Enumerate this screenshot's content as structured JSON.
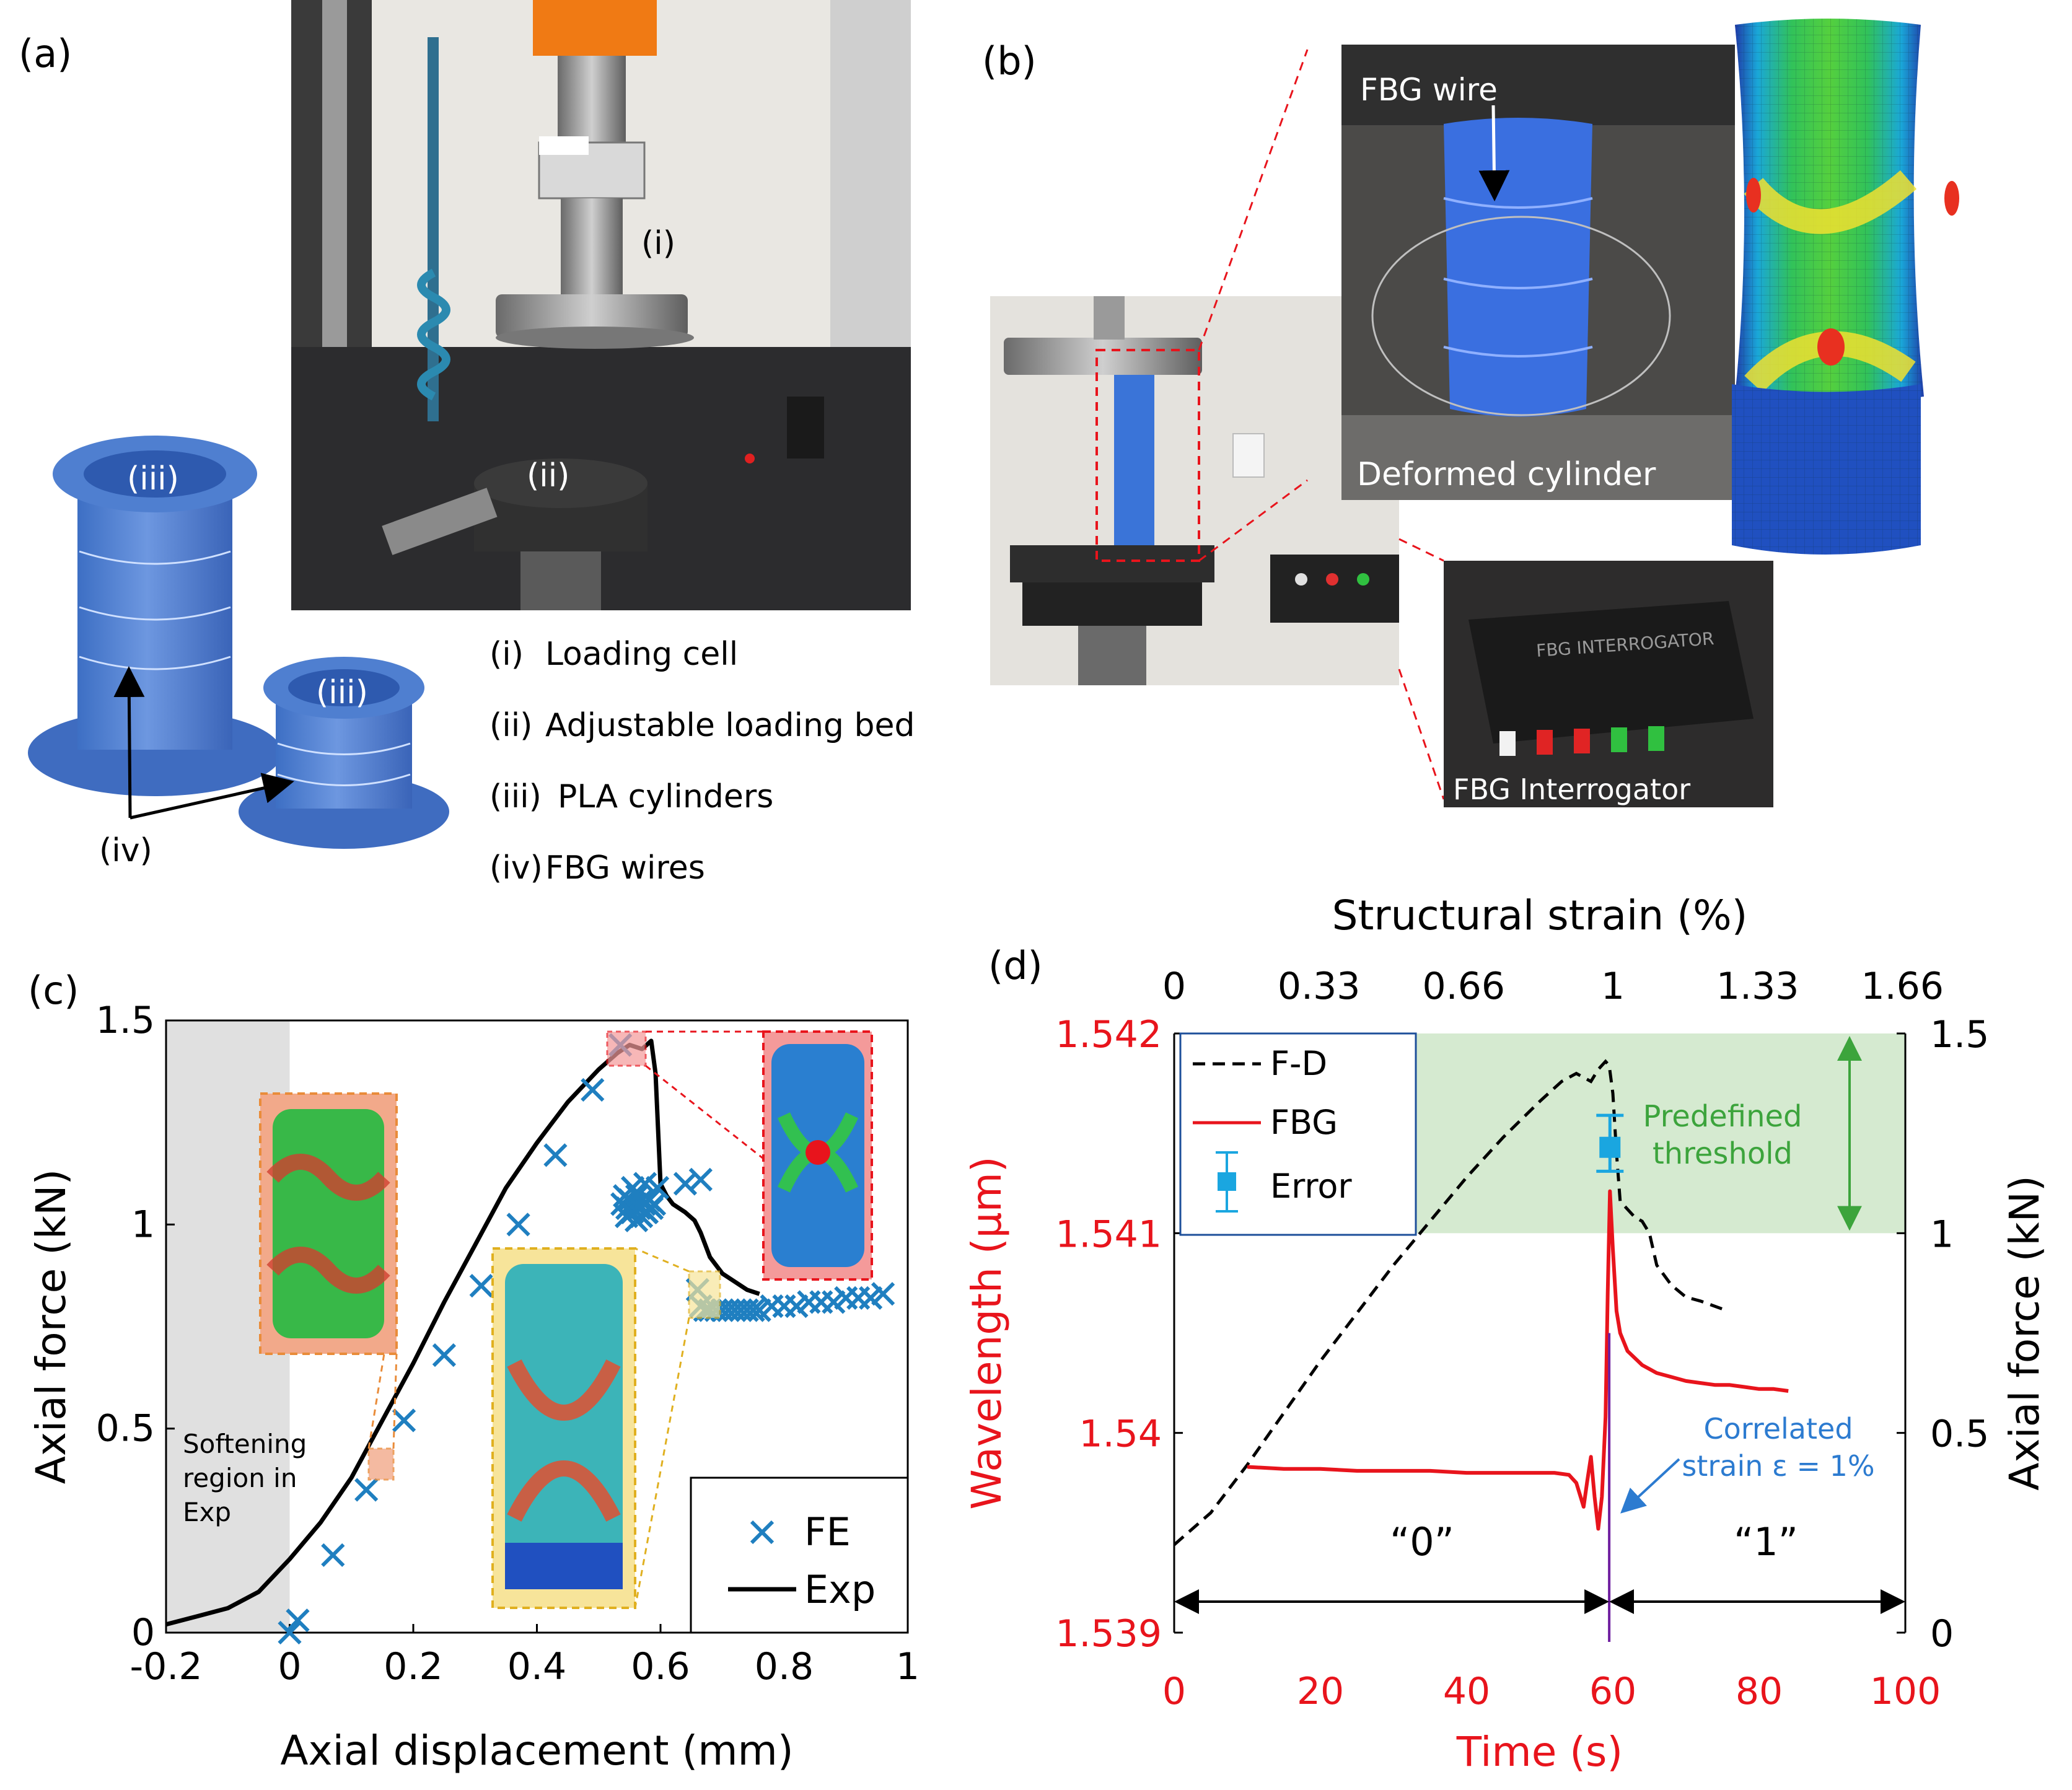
{
  "panels": {
    "a": {
      "label": "(a)",
      "photo_labels": {
        "cell": "(i)",
        "bed": "(ii)",
        "cyl_left": "(iii)",
        "cyl_right": "(iii)",
        "wires": "(iv)"
      },
      "legend": [
        {
          "num": "(i)",
          "text": "Loading cell"
        },
        {
          "num": "(ii)",
          "text": "Adjustable loading bed"
        },
        {
          "num": "(iii)",
          "text": "PLA cylinders"
        },
        {
          "num": "(iv)",
          "text": "FBG wires"
        }
      ]
    },
    "b": {
      "label": "(b)",
      "texts": {
        "fbg_wire": "FBG wire",
        "deformed": "Deformed cylinder",
        "interrogator": "FBG Interrogator",
        "device_title": "FBG INTERROGATOR"
      }
    },
    "c": {
      "label": "(c)",
      "softening": [
        "Softening",
        "region in",
        "Exp"
      ]
    },
    "d": {
      "label": "(d)",
      "threshold": [
        "Predefined",
        "threshold"
      ],
      "correlated": [
        "Correlated",
        "strain ε = 1%"
      ],
      "zero": "“0”",
      "one": "“1”"
    }
  },
  "colors": {
    "fe": "#1f7fc0",
    "exp": "#000000",
    "fbg": "#e8141c",
    "error": "#1aa6e0",
    "threshold_fill": "#d5ead0",
    "threshold_arrow": "#3ca43c",
    "marker_line": "#7020a0",
    "softening": "#e0e0e0",
    "red_axis": "#e8141c",
    "blue_note": "#2c7bd0"
  },
  "chart_data": [
    {
      "type": "scatter",
      "panel": "c",
      "xlabel": "Axial displacement (mm)",
      "ylabel": "Axial force (kN)",
      "xlim": [
        -0.2,
        1.0
      ],
      "ylim": [
        0,
        1.5
      ],
      "xticks": [
        "-0.2",
        "0",
        "0.2",
        "0.4",
        "0.6",
        "0.8",
        "1"
      ],
      "xtick_values": [
        -0.2,
        0,
        0.2,
        0.4,
        0.6,
        0.8,
        1.0
      ],
      "yticks": [
        "0",
        "0.5",
        "1",
        "1.5"
      ],
      "ytick_values": [
        0,
        0.5,
        1.0,
        1.5
      ],
      "softening_region": [
        -0.2,
        0
      ],
      "legend": [
        "FE",
        "Exp"
      ],
      "legend_position": "bottom-right",
      "series": [
        {
          "name": "FE",
          "marker": "x",
          "x": [
            0.0,
            0.013,
            0.07,
            0.124,
            0.185,
            0.25,
            0.31,
            0.37,
            0.43,
            0.49,
            0.535,
            0.538,
            0.542,
            0.546,
            0.55,
            0.554,
            0.558,
            0.562,
            0.566,
            0.57,
            0.574,
            0.578,
            0.582,
            0.586,
            0.59,
            0.545,
            0.553,
            0.561,
            0.569,
            0.577,
            0.555,
            0.575,
            0.595,
            0.64,
            0.665,
            0.66,
            0.665,
            0.672,
            0.68,
            0.69,
            0.7,
            0.71,
            0.72,
            0.73,
            0.74,
            0.75,
            0.76,
            0.78,
            0.8,
            0.82,
            0.84,
            0.86,
            0.88,
            0.9,
            0.92,
            0.94,
            0.96
          ],
          "y": [
            0.0,
            0.03,
            0.19,
            0.35,
            0.52,
            0.68,
            0.85,
            1.0,
            1.17,
            1.33,
            1.44,
            1.05,
            1.07,
            1.04,
            1.06,
            1.03,
            1.05,
            1.07,
            1.04,
            1.06,
            1.05,
            1.03,
            1.06,
            1.04,
            1.05,
            1.02,
            1.03,
            1.01,
            1.02,
            1.03,
            1.09,
            1.1,
            1.09,
            1.1,
            1.11,
            0.84,
            0.8,
            0.79,
            0.79,
            0.79,
            0.79,
            0.79,
            0.79,
            0.79,
            0.79,
            0.79,
            0.79,
            0.8,
            0.8,
            0.8,
            0.81,
            0.81,
            0.81,
            0.82,
            0.82,
            0.82,
            0.83
          ]
        },
        {
          "name": "Exp",
          "line": "solid",
          "x": [
            -0.2,
            -0.15,
            -0.1,
            -0.05,
            0.0,
            0.05,
            0.1,
            0.15,
            0.2,
            0.25,
            0.3,
            0.35,
            0.4,
            0.45,
            0.5,
            0.53,
            0.55,
            0.57,
            0.585,
            0.592,
            0.6,
            0.61,
            0.62,
            0.64,
            0.655,
            0.665,
            0.68,
            0.7,
            0.72,
            0.74,
            0.76
          ],
          "y": [
            0.02,
            0.04,
            0.06,
            0.1,
            0.18,
            0.27,
            0.38,
            0.52,
            0.66,
            0.81,
            0.95,
            1.09,
            1.2,
            1.3,
            1.38,
            1.42,
            1.44,
            1.43,
            1.45,
            1.37,
            1.1,
            1.07,
            1.05,
            1.03,
            1.01,
            0.98,
            0.92,
            0.88,
            0.86,
            0.84,
            0.83
          ]
        }
      ]
    },
    {
      "type": "line",
      "panel": "d",
      "xlabel": "Time (s)",
      "x2label": "Structural strain (%)",
      "ylabel": "Wavelength (μm)",
      "y2label": "Axial force (kN)",
      "xlim": [
        0,
        100
      ],
      "ylim": [
        1.539,
        1.542
      ],
      "y2lim": [
        0,
        1.5
      ],
      "xticks": [
        "0",
        "20",
        "40",
        "60",
        "80",
        "100"
      ],
      "xtick_values": [
        0,
        20,
        40,
        60,
        80,
        100
      ],
      "x2ticks": [
        "0",
        "0.33",
        "0.66",
        "1",
        "1.33",
        "1.66"
      ],
      "x2tick_values": [
        0,
        0.33,
        0.66,
        1.0,
        1.33,
        1.66
      ],
      "yticks": [
        "1.539",
        "1.54",
        "1.541",
        "1.542"
      ],
      "ytick_values": [
        1.539,
        1.54,
        1.541,
        1.542
      ],
      "y2ticks": [
        "0",
        "0.5",
        "1",
        "1.5"
      ],
      "y2tick_values": [
        0,
        0.5,
        1.0,
        1.5
      ],
      "threshold_band_y2": [
        1.0,
        1.5
      ],
      "threshold_start_x": 10,
      "marker_x": 59.5,
      "legend": [
        "F-D",
        "FBG",
        "Error"
      ],
      "legend_position": "top-left",
      "series": [
        {
          "name": "F-D",
          "axis": "y2",
          "line": "dashed",
          "x": [
            0,
            5,
            10,
            15,
            20,
            25,
            30,
            35,
            40,
            45,
            50,
            53,
            55,
            57,
            58,
            59,
            59.5,
            60,
            60.5,
            61,
            62,
            63,
            64,
            65,
            66,
            68,
            70,
            72,
            75
          ],
          "y": [
            0.22,
            0.3,
            0.42,
            0.55,
            0.68,
            0.8,
            0.92,
            1.03,
            1.14,
            1.24,
            1.33,
            1.38,
            1.4,
            1.38,
            1.41,
            1.43,
            1.42,
            1.35,
            1.2,
            1.08,
            1.06,
            1.04,
            1.03,
            1.0,
            0.92,
            0.87,
            0.84,
            0.83,
            0.81
          ]
        },
        {
          "name": "FBG",
          "axis": "y",
          "line": "solid",
          "x": [
            10,
            15,
            20,
            25,
            30,
            35,
            40,
            45,
            50,
            52,
            54,
            55,
            56,
            56.5,
            57,
            57.5,
            58,
            58.5,
            59,
            59.3,
            59.6,
            60,
            60.5,
            61,
            62,
            64,
            66,
            68,
            70,
            72,
            74,
            76,
            78,
            80,
            82,
            84
          ],
          "y": [
            1.53983,
            1.53982,
            1.53982,
            1.53981,
            1.53981,
            1.53981,
            1.5398,
            1.5398,
            1.5398,
            1.5398,
            1.53979,
            1.53975,
            1.53963,
            1.53976,
            1.53988,
            1.53968,
            1.53952,
            1.53968,
            1.54008,
            1.5407,
            1.54121,
            1.54092,
            1.54061,
            1.5405,
            1.54041,
            1.54034,
            1.5403,
            1.54028,
            1.54026,
            1.54025,
            1.54024,
            1.54024,
            1.54023,
            1.54022,
            1.54022,
            1.54021
          ]
        },
        {
          "name": "Error",
          "axis": "y",
          "marker": "square",
          "x": [
            59.6
          ],
          "y": [
            1.54143
          ],
          "err_low": [
            1.54131
          ],
          "err_high": [
            1.54159
          ]
        }
      ]
    }
  ]
}
